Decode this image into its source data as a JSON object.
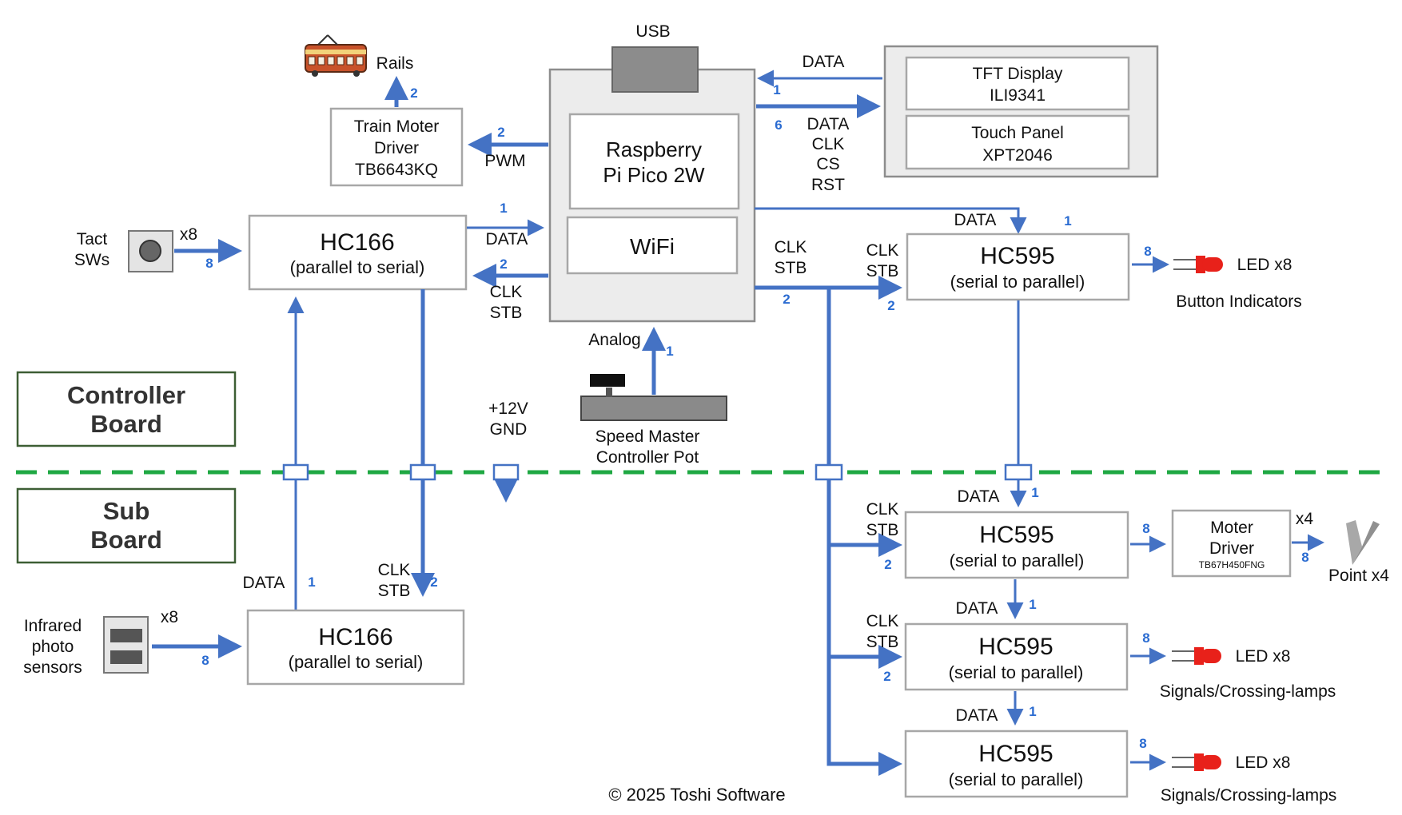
{
  "boards": {
    "controller": [
      "Controller",
      "Board"
    ],
    "sub": [
      "Sub",
      "Board"
    ]
  },
  "pico": {
    "usb": "USB",
    "title": [
      "Raspberry",
      "Pi Pico 2W"
    ],
    "wifi": "WiFi"
  },
  "display": {
    "tft": [
      "TFT  Display",
      "ILI9341"
    ],
    "touch": [
      "Touch Panel",
      "XPT2046"
    ],
    "in_label": "DATA",
    "in_num": "1",
    "out_label": [
      "DATA",
      "CLK",
      "CS",
      "RST"
    ],
    "out_num": "6"
  },
  "train": {
    "driver": [
      "Train Moter",
      "Driver",
      "TB6643KQ"
    ],
    "pwm_label": "PWM",
    "pwm_num": "2",
    "rails_label": "Rails",
    "rails_num": "2"
  },
  "tact": {
    "label": [
      "Tact",
      "SWs"
    ],
    "count": "x8",
    "num": "8"
  },
  "hc166_ctrl": {
    "name": "HC166",
    "sub": "(parallel to serial)",
    "data_label": "DATA",
    "data_num": "1",
    "clk_label": [
      "CLK",
      "STB"
    ],
    "clk_num": "2"
  },
  "pot": {
    "analog_label": "Analog",
    "num": "1",
    "label": [
      "Speed Master",
      "Controller Pot"
    ]
  },
  "power": [
    "+12V",
    "GND"
  ],
  "bus": {
    "clk_label": [
      "CLK",
      "STB"
    ],
    "num": "2",
    "data_label": "DATA",
    "data_num": "1"
  },
  "hc595_1": {
    "name": "HC595",
    "sub": "(serial to parallel)",
    "clk_label": [
      "CLK",
      "STB"
    ],
    "clk_num": "2",
    "out_num": "8",
    "led": "LED x8",
    "caption": "Button Indicators"
  },
  "hc595_2": {
    "name": "HC595",
    "sub": "(serial to parallel)",
    "data_label": "DATA",
    "data_num": "1",
    "clk_label": [
      "CLK",
      "STB"
    ],
    "clk_num": "2",
    "out_num": "8",
    "motor": [
      "Moter",
      "Driver",
      "TB67H450FNG"
    ],
    "motor_count": "x4",
    "motor_num": "8",
    "point": "Point x4"
  },
  "hc595_3": {
    "name": "HC595",
    "sub": "(serial to parallel)",
    "data_label": "DATA",
    "data_num": "1",
    "clk_label": [
      "CLK",
      "STB"
    ],
    "clk_num": "2",
    "out_num": "8",
    "led": "LED x8",
    "caption": "Signals/Crossing-lamps"
  },
  "hc595_4": {
    "name": "HC595",
    "sub": "(serial to parallel)",
    "data_label": "DATA",
    "data_num": "1",
    "out_num": "8",
    "led": "LED x8",
    "caption": "Signals/Crossing-lamps"
  },
  "hc166_sub": {
    "name": "HC166",
    "sub": "(parallel to serial)",
    "data_label": "DATA",
    "data_num": "1",
    "clk_label": [
      "CLK",
      "STB"
    ],
    "clk_num": "2"
  },
  "ir": {
    "label": [
      "Infrared",
      "photo",
      "sensors"
    ],
    "count": "x8",
    "num": "8"
  },
  "copyright": "© 2025 Toshi Software",
  "colors": {
    "wire": "#4472c4",
    "divider": "#1fa843",
    "led": "#e8211a",
    "board_border": "#3d5e34"
  }
}
